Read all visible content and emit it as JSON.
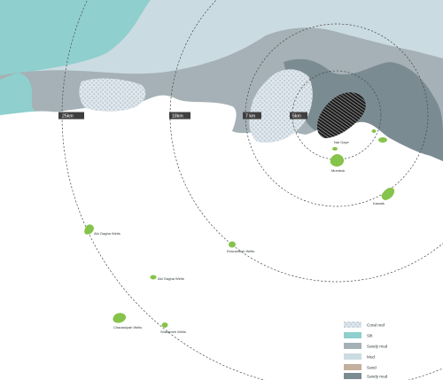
{
  "colors": {
    "silt": "#8fcfcd",
    "sandy_mud": "#a5b1b6",
    "mud": "#cbdbe2",
    "sand": "#c3b09e",
    "sandy_mud_dark": "#7b8b92",
    "land": "#ffffff",
    "coral": "#dfe8ee",
    "green": "#86c34a",
    "ring": "#4a4a4a"
  },
  "distance_labels": [
    "25km",
    "18km",
    "7 km",
    "5km"
  ],
  "places": {
    "nai_gaye": "Nai Gaye",
    "mumbuk": "Mumbuk",
    "kawaik": "Kawaik",
    "abi_gagha": "Abi Gagha Wells",
    "khuramesh": "Khuramesh Wells",
    "abi_gagha_2": "Abi Gagha Wells",
    "chadaolyah": "Chadaolyah Wells",
    "shalamah": "Shalameh Wells"
  },
  "legend": [
    {
      "label": "Coral reef",
      "swatch": "coral"
    },
    {
      "label": "Silt",
      "swatch": "silt"
    },
    {
      "label": "Sandy mud",
      "swatch": "sandy_mud"
    },
    {
      "label": "Mud",
      "swatch": "mud"
    },
    {
      "label": "Sand",
      "swatch": "sand"
    },
    {
      "label": "Sandy mud",
      "swatch": "sandy_mud_dark"
    }
  ]
}
